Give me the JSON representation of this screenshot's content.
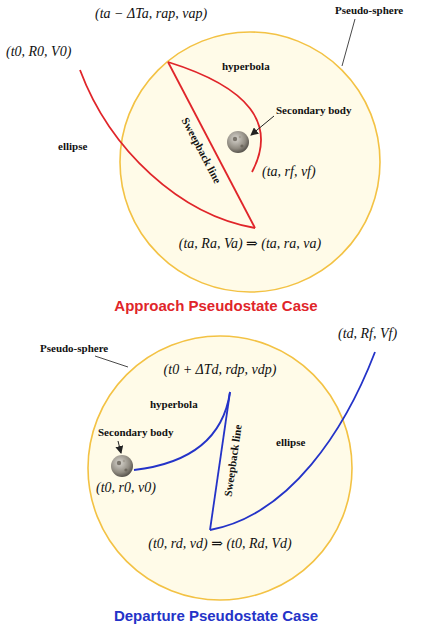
{
  "diagram": {
    "labels": [
      "Pseudo-sphere",
      "(ta − ΔTa, rap, vap)",
      "(t0, R0, V0)",
      "hyperbola",
      "Sweepback line",
      "Secondary body",
      "ellipse",
      "(ta, rf, vf)",
      "(ta, Ra, Va) ⇒ (ta, ra, va)",
      "Approach Pseudostate Case",
      "(td, Rf, Vf)",
      "Pseudo-sphere",
      "(t0 + ΔTd, rdp, vdp)",
      "hyperbola",
      "Secondary body",
      "ellipse",
      "Sweepback line",
      "(t0, r0, v0)",
      "(t0, rd, vd) ⇒ (t0, Rd, Vd)",
      "Departure Pseudostate Case"
    ]
  }
}
